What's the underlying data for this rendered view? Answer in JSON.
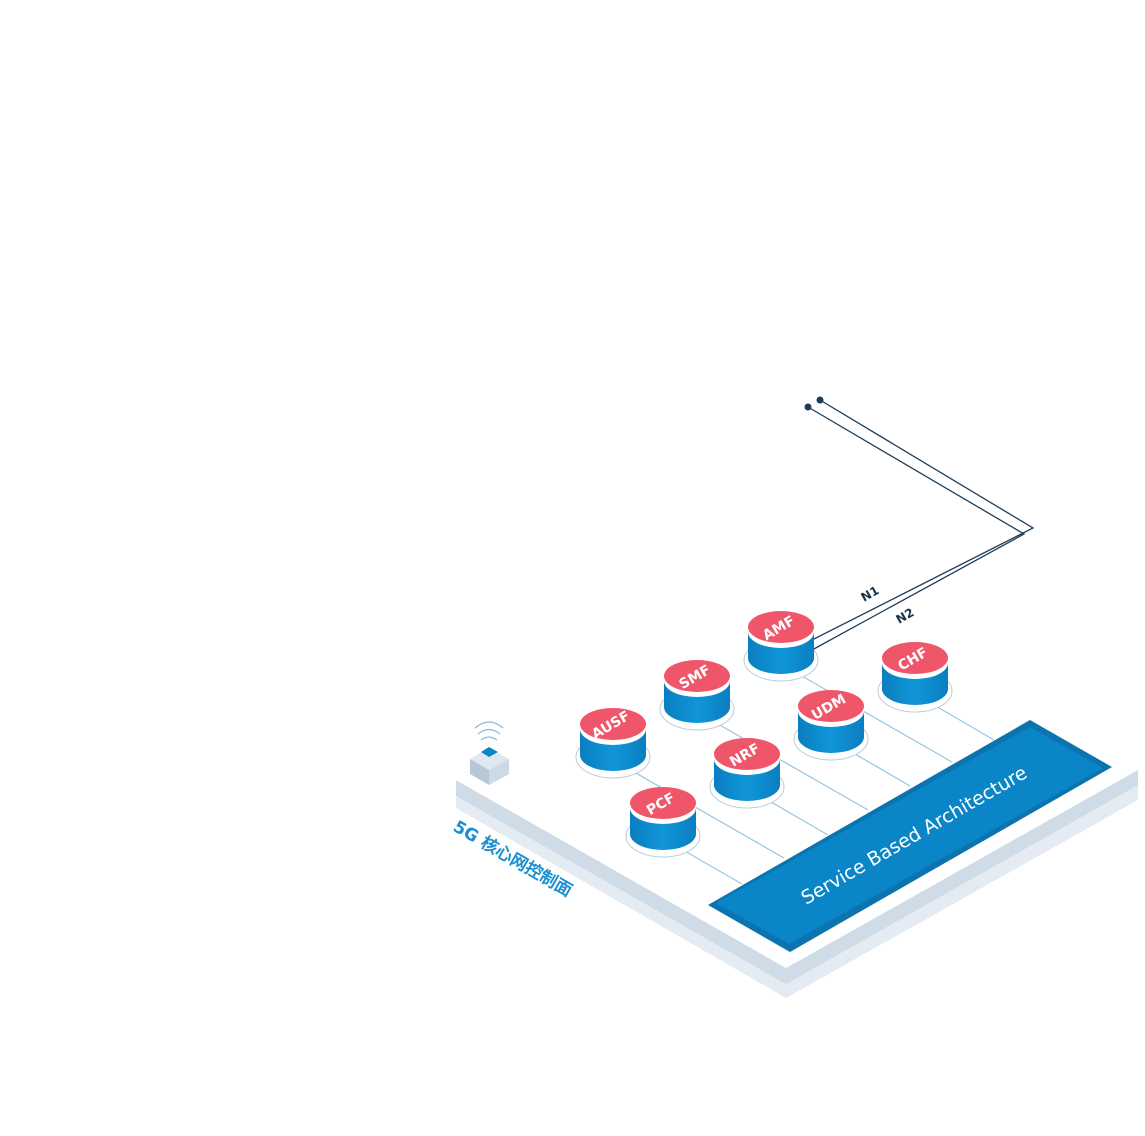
{
  "diagram": {
    "plane_label": "5G 核心网控制面",
    "bus_label": "Service Based Architecture",
    "interfaces": [
      {
        "id": "n1",
        "label": "N1"
      },
      {
        "id": "n2",
        "label": "N2"
      }
    ],
    "network_functions": [
      {
        "id": "amf",
        "label": "AMF"
      },
      {
        "id": "smf",
        "label": "SMF"
      },
      {
        "id": "ausf",
        "label": "AUSF"
      },
      {
        "id": "chf",
        "label": "CHF"
      },
      {
        "id": "udm",
        "label": "UDM"
      },
      {
        "id": "nrf",
        "label": "NRF"
      },
      {
        "id": "pcf",
        "label": "PCF"
      }
    ],
    "colors": {
      "nf_top": "#f0566a",
      "nf_body": "#0a86c8",
      "bus": "#0a86c8",
      "platform_edge": "#c9d5e3",
      "line": "#1c3d5a",
      "plane_text": "#1b8fd0"
    }
  }
}
